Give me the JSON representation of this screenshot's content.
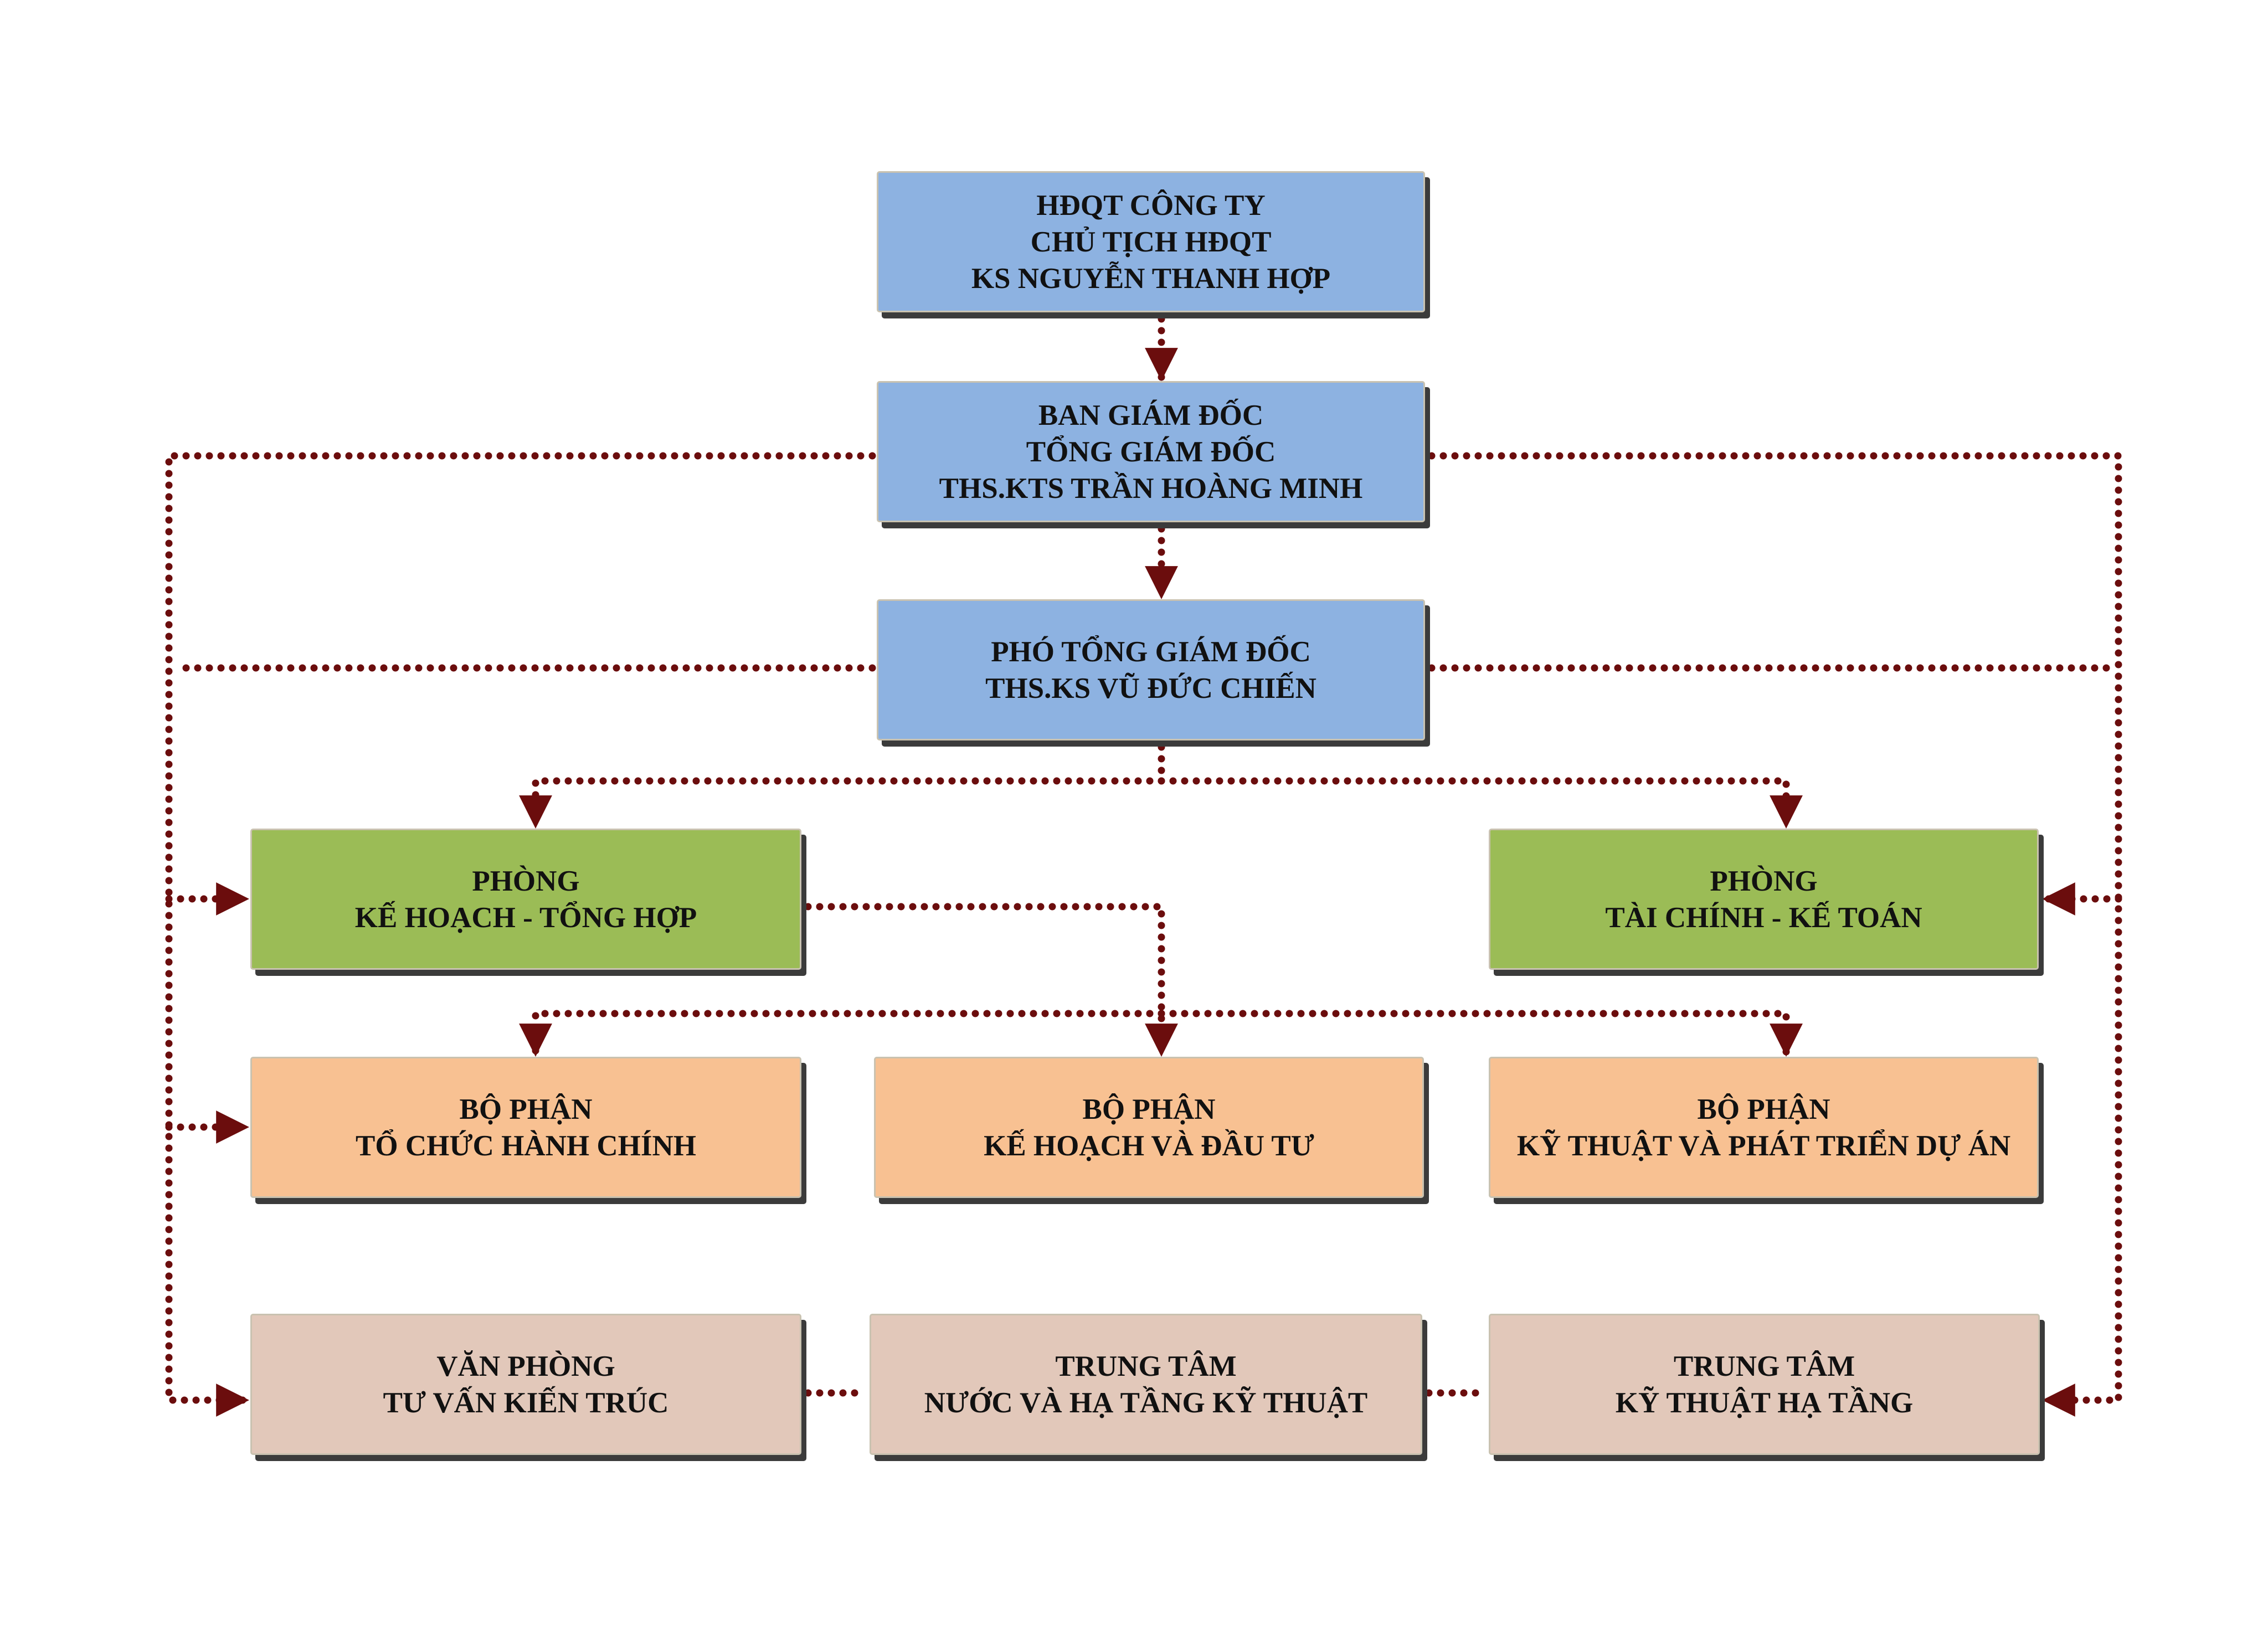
{
  "colors": {
    "executive": "#8db2e1",
    "department": "#9bbc56",
    "division": "#f8c192",
    "center": "#e2c8ba",
    "connector": "#6b0d0d"
  },
  "boxes": {
    "board": {
      "lines": [
        "HĐQT CÔNG TY",
        "CHỦ TỊCH HĐQT",
        "KS NGUYỄN THANH HỢP"
      ]
    },
    "ceo": {
      "lines": [
        "BAN GIÁM ĐỐC",
        "TỔNG GIÁM ĐỐC",
        "THS.KTS TRẦN HOÀNG MINH"
      ]
    },
    "deputy_ceo": {
      "lines": [
        "PHÓ TỔNG GIÁM ĐỐC",
        "THS.KS VŨ ĐỨC CHIẾN"
      ]
    },
    "planning_dept": {
      "lines": [
        "PHÒNG",
        "KẾ HOẠCH - TỔNG HỢP"
      ]
    },
    "finance_dept": {
      "lines": [
        "PHÒNG",
        "TÀI CHÍNH - KẾ TOÁN"
      ]
    },
    "admin_division": {
      "lines": [
        "BỘ PHẬN",
        "TỔ CHỨC HÀNH CHÍNH"
      ]
    },
    "investment_division": {
      "lines": [
        "BỘ PHẬN",
        "KẾ HOẠCH VÀ ĐẦU TƯ"
      ]
    },
    "technical_division": {
      "lines": [
        "BỘ PHẬN",
        "KỸ THUẬT VÀ PHÁT TRIỂN  DỰ ÁN"
      ]
    },
    "architecture_office": {
      "lines": [
        "VĂN PHÒNG",
        "TƯ VẤN KIẾN TRÚC"
      ]
    },
    "water_center": {
      "lines": [
        "TRUNG TÂM",
        "NƯỚC VÀ HẠ TẦNG KỸ THUẬT"
      ]
    },
    "infrastructure_center": {
      "lines": [
        "TRUNG TÂM",
        "KỸ THUẬT HẠ TẦNG"
      ]
    }
  }
}
